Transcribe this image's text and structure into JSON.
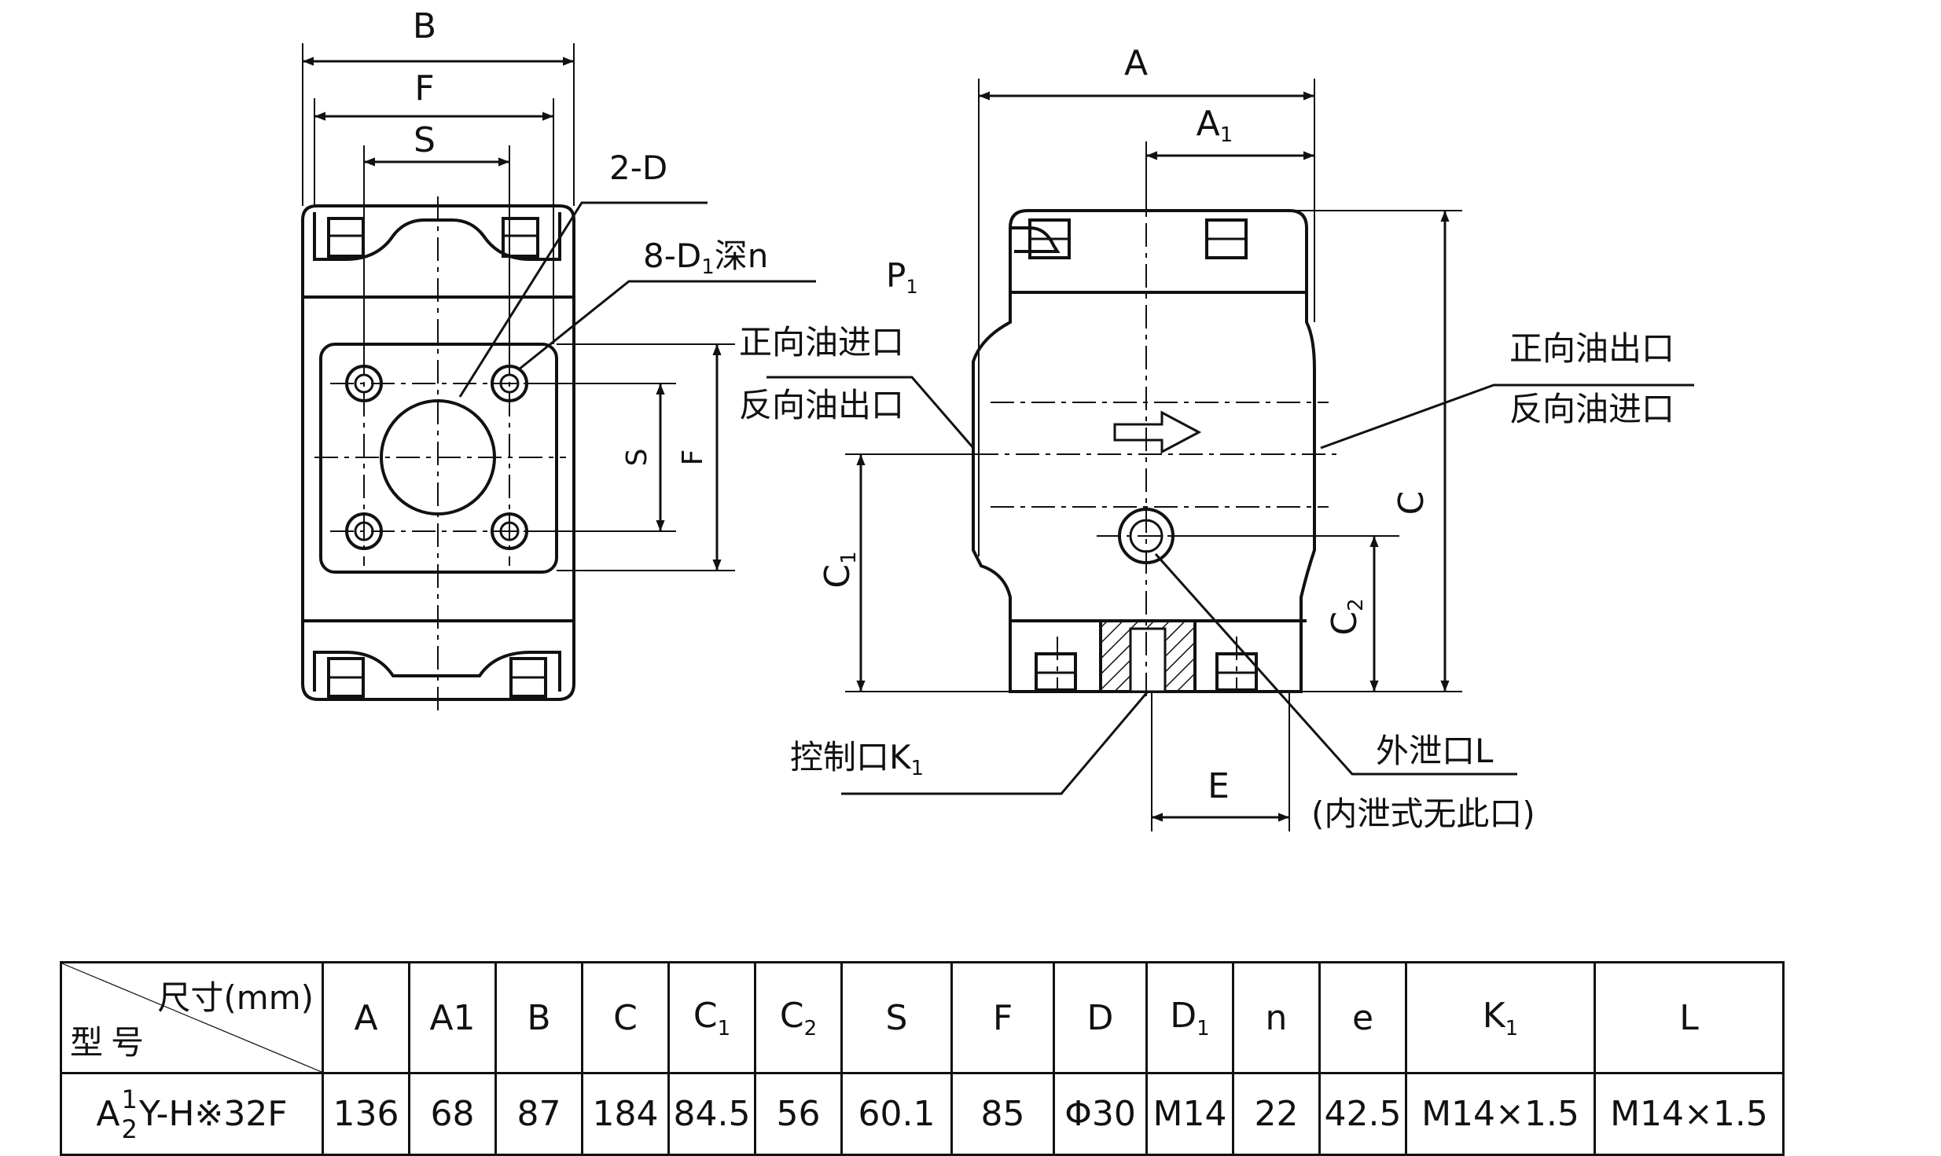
{
  "diagram": {
    "left_view": {
      "dims": {
        "B": "B",
        "F": "F",
        "S": "S",
        "S_vertical": "S",
        "F_vertical": "F"
      },
      "callouts": {
        "two_d": "2-D",
        "eight_d1": "8-D",
        "eight_d1_sub": "1",
        "eight_d1_suffix": "深n"
      }
    },
    "right_view": {
      "dims": {
        "A": "A",
        "A1": "A",
        "A1_sub": "1",
        "C": "C",
        "C1": "C",
        "C1_sub": "1",
        "C2": "C",
        "C2_sub": "2",
        "E": "E"
      },
      "p1": "P",
      "p1_sub": "1",
      "labels": {
        "forward_in": "正向油进口",
        "reverse_out": "反向油出口",
        "forward_out": "正向油出口",
        "reverse_in": "反向油进口",
        "control_port": "控制口K",
        "control_port_sub": "1",
        "drain_port": "外泄口L",
        "drain_note": "(内泄式无此口)"
      }
    }
  },
  "table": {
    "corner_top": "尺寸(mm)",
    "corner_bottom": "型号",
    "headers": [
      {
        "main": "A",
        "sub": ""
      },
      {
        "main": "A1",
        "sub": ""
      },
      {
        "main": "B",
        "sub": ""
      },
      {
        "main": "C",
        "sub": ""
      },
      {
        "main": "C",
        "sub": "1"
      },
      {
        "main": "C",
        "sub": "2"
      },
      {
        "main": "S",
        "sub": ""
      },
      {
        "main": "F",
        "sub": ""
      },
      {
        "main": "D",
        "sub": ""
      },
      {
        "main": "D",
        "sub": "1"
      },
      {
        "main": "n",
        "sub": ""
      },
      {
        "main": "e",
        "sub": ""
      },
      {
        "main": "K",
        "sub": "1"
      },
      {
        "main": "L",
        "sub": ""
      }
    ],
    "model": {
      "prefix": "A",
      "frac_top": "1",
      "frac_bottom": "2",
      "suffix": "Y-H※32F"
    },
    "values": [
      "136",
      "68",
      "87",
      "184",
      "84.5",
      "56",
      "60.1",
      "85",
      "Φ30",
      "M14",
      "22",
      "42.5",
      "M14×1.5",
      "M14×1.5"
    ]
  }
}
